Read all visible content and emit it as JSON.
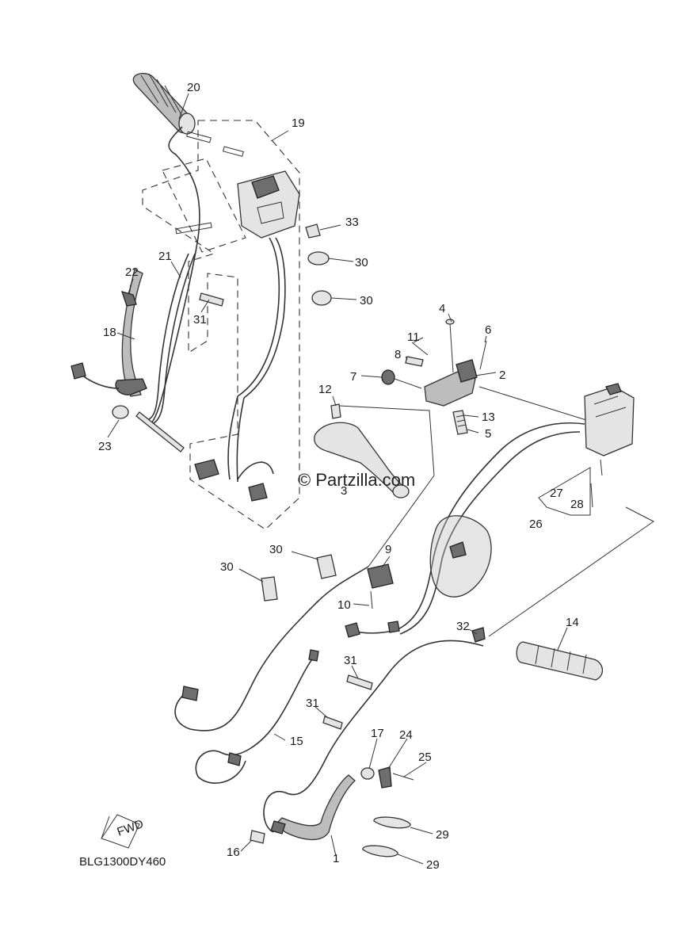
{
  "watermark": "© Partzilla.com",
  "diagram_code": "BLG1300DY460",
  "fwd_label": "FWD",
  "callouts": {
    "c1": "1",
    "c2": "2",
    "c3": "3",
    "c4": "4",
    "c5": "5",
    "c6": "6",
    "c7": "7",
    "c8": "8",
    "c9": "9",
    "c10": "10",
    "c11": "11",
    "c12": "12",
    "c13": "13",
    "c14": "14",
    "c15": "15",
    "c16": "16",
    "c17": "17",
    "c18": "18",
    "c19": "19",
    "c20": "20",
    "c21": "21",
    "c22": "22",
    "c23": "23",
    "c24": "24",
    "c25": "25",
    "c26": "26",
    "c27": "27",
    "c28": "28",
    "c29a": "29",
    "c29b": "29",
    "c30a": "30",
    "c30b": "30",
    "c30c": "30",
    "c30d": "30",
    "c31a": "31",
    "c31b": "31",
    "c31c": "31",
    "c32": "32",
    "c33": "33"
  }
}
